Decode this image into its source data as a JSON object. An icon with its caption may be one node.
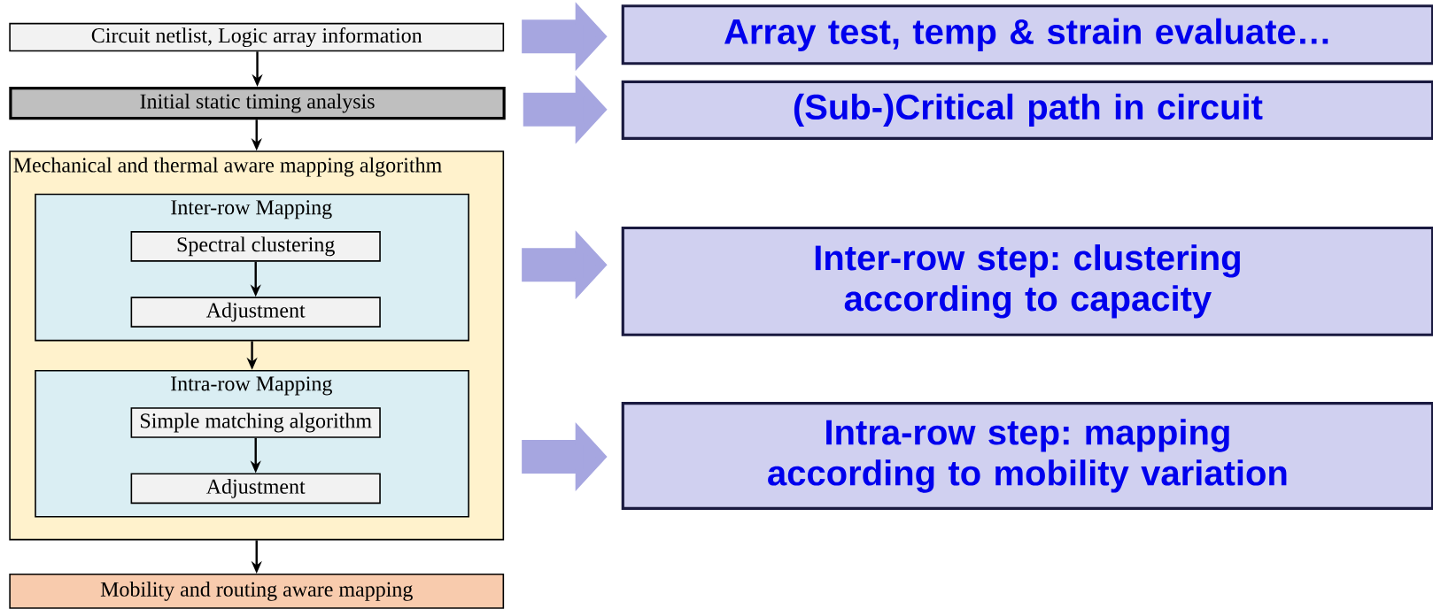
{
  "diagram": {
    "nodes": [
      {
        "text": [
          "Circuit netlist, Logic array information"
        ]
      },
      {
        "text": [
          "Initial static timing analysis"
        ]
      },
      {
        "text": [
          "Mechanical and thermal aware mapping algorithm"
        ]
      },
      {
        "text": [
          "Inter-row Mapping"
        ],
        "in": 2
      },
      {
        "text": [
          "Spectral clustering"
        ],
        "in": 3
      },
      {
        "text": [
          "Adjustment"
        ],
        "in": 3
      },
      {
        "text": [
          "Intra-row Mapping"
        ],
        "in": 2
      },
      {
        "text": [
          "Simple matching algorithm"
        ],
        "in": 6
      },
      {
        "text": [
          "Adjustment"
        ],
        "in": 6
      },
      {
        "text": [
          "Mobility and routing aware mapping"
        ]
      },
      {
        "text": [
          "Array test, temp & strain evaluate…"
        ]
      },
      {
        "text": [
          "(Sub-)Critical path in circuit"
        ]
      },
      {
        "text": [
          "Inter-row step: clustering according to capacity"
        ]
      },
      {
        "text": [
          "Intra-row step: mapping according to mobility variation"
        ]
      }
    ],
    "edges": [
      {
        "from": 0,
        "to": 1,
        "arrow": "to"
      },
      {
        "from": 1,
        "to": 2,
        "arrow": "to"
      },
      {
        "from": 4,
        "to": 5,
        "arrow": "to"
      },
      {
        "from": 3,
        "to": 6,
        "arrow": "to"
      },
      {
        "from": 7,
        "to": 8,
        "arrow": "to"
      },
      {
        "from": 2,
        "to": 9,
        "arrow": "to"
      },
      {
        "from": 0,
        "to": 10,
        "arrow": "to",
        "style": "thick",
        "color": "#a6a6e0"
      },
      {
        "from": 1,
        "to": 11,
        "arrow": "to",
        "style": "thick",
        "color": "#a6a6e0"
      },
      {
        "from": 2,
        "to": 12,
        "arrow": "to",
        "style": "thick",
        "color": "#a6a6e0"
      },
      {
        "from": 2,
        "to": 13,
        "arrow": "to",
        "style": "thick",
        "color": "#a6a6e0"
      }
    ]
  }
}
